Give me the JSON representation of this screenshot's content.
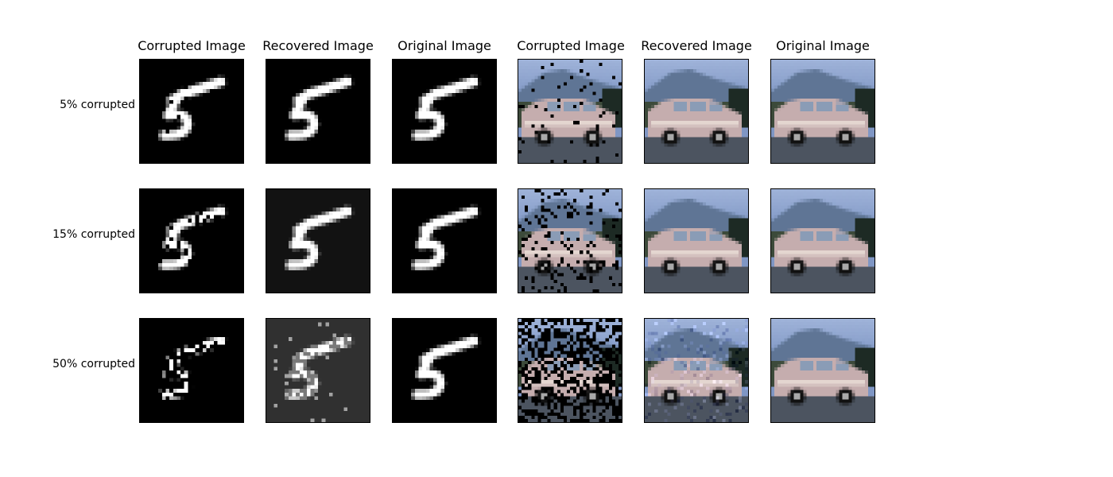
{
  "column_titles": [
    "Corrupted Image",
    "Recovered Image",
    "Original Image",
    "Corrupted Image",
    "Recovered Image",
    "Original Image"
  ],
  "row_labels": [
    "5% corrupted",
    "15% corrupted",
    "50% corrupted"
  ],
  "corruption_fractions": [
    0.05,
    0.15,
    0.5
  ],
  "colors": {
    "background": "#ffffff",
    "frame": "#000000"
  }
}
